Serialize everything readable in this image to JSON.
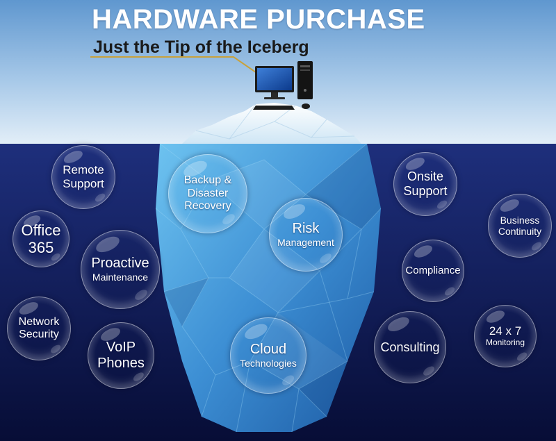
{
  "title": "HARDWARE PURCHASE",
  "subtitle": "Just the Tip of the Iceberg",
  "colors": {
    "sky_top": "#6fa3d6",
    "sky_bottom": "#dcebf7",
    "ocean_top": "#1d2c78",
    "ocean_bottom": "#080f3a",
    "ice_light": "#5fb6e8",
    "ice_dark": "#1f5fa6",
    "leader_line": "#c9a23c"
  },
  "bubbles": [
    {
      "id": "remote-support",
      "lines": [
        "Remote",
        "Support"
      ]
    },
    {
      "id": "office-365",
      "lines": [
        "Office",
        "365"
      ]
    },
    {
      "id": "proactive-maintenance",
      "lines": [
        "Proactive",
        "Maintenance"
      ]
    },
    {
      "id": "network-security",
      "lines": [
        "Network",
        "Security"
      ]
    },
    {
      "id": "voip-phones",
      "lines": [
        "VoIP",
        "Phones"
      ]
    },
    {
      "id": "backup-disaster-recovery",
      "lines": [
        "Backup &",
        "Disaster",
        "Recovery"
      ]
    },
    {
      "id": "risk-management",
      "lines": [
        "Risk",
        "Management"
      ]
    },
    {
      "id": "cloud-technologies",
      "lines": [
        "Cloud",
        "Technologies"
      ]
    },
    {
      "id": "onsite-support",
      "lines": [
        "Onsite",
        "Support"
      ]
    },
    {
      "id": "business-continuity",
      "lines": [
        "Business",
        "Continuity"
      ]
    },
    {
      "id": "compliance",
      "lines": [
        "Compliance"
      ]
    },
    {
      "id": "consulting",
      "lines": [
        "Consulting"
      ]
    },
    {
      "id": "24x7-monitoring",
      "lines": [
        "24 x 7",
        "Monitoring"
      ]
    }
  ]
}
